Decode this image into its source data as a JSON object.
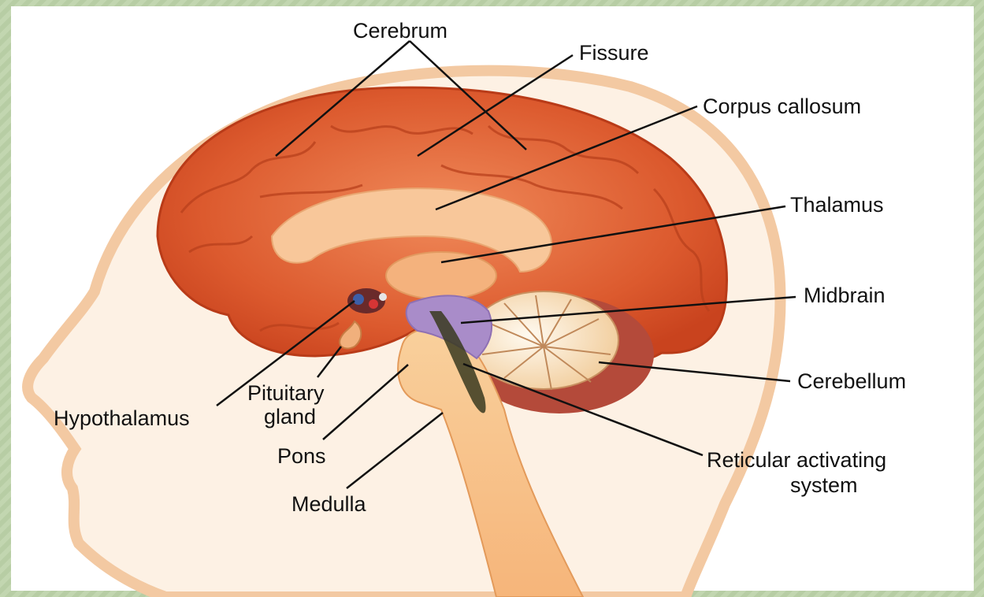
{
  "labels": {
    "cerebrum": "Cerebrum",
    "fissure": "Fissure",
    "corpus_callosum": "Corpus callosum",
    "thalamus": "Thalamus",
    "midbrain": "Midbrain",
    "cerebellum": "Cerebellum",
    "reticular_line1": "Reticular activating",
    "reticular_line2": "system",
    "hypothalamus": "Hypothalamus",
    "pituitary_line1": "Pituitary",
    "pituitary_line2": "gland",
    "pons": "Pons",
    "medulla": "Medulla"
  },
  "colors": {
    "background_texture": "#b9cfa6",
    "cerebrum": "#d9542b",
    "corpus_callosum": "#f8c79a",
    "head_skin": "#fbe9d8",
    "brainstem": "#f7be87",
    "midbrain": "#a98cc9",
    "cerebellum": "#f6e2c4",
    "reticular_system": "#3a3a20"
  }
}
